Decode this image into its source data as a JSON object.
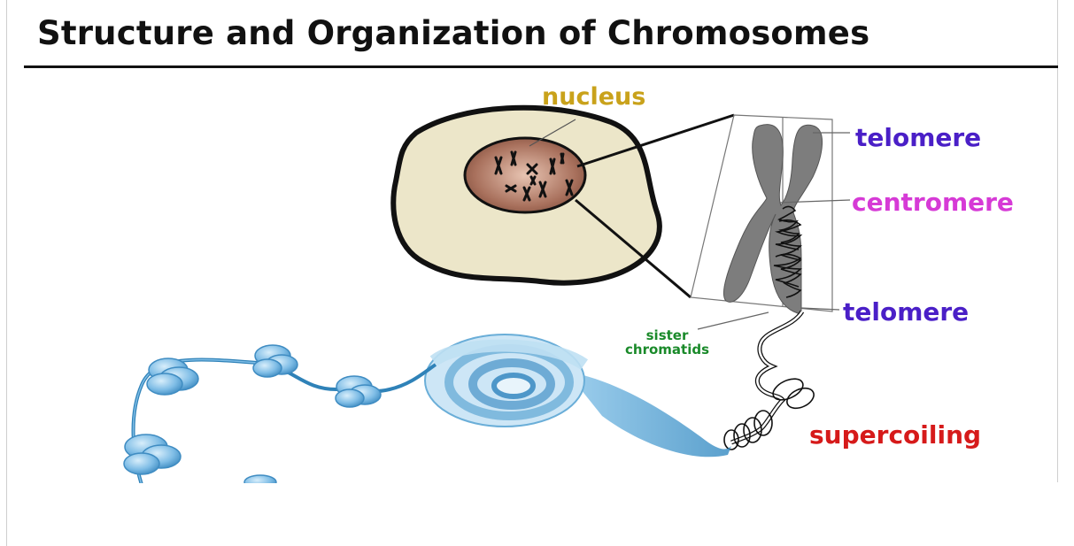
{
  "title": "Structure and Organization of Chromosomes",
  "labels": {
    "nucleus": "nucleus",
    "telomere_top": "telomere",
    "centromere": "centromere",
    "telomere_bottom": "telomere",
    "sister_line1": "sister",
    "sister_line2": "chromatids",
    "supercoiling": "supercoiling"
  },
  "colors": {
    "nucleus": "#c9a21b",
    "telomere": "#4a1fc7",
    "centromere": "#d63ad6",
    "sister_chromatids": "#1a8a2a",
    "supercoiling": "#d61a1a",
    "cell": "#ece6c9",
    "nucleus_fill": "#a8705c",
    "chromosome": "#7d7d7d",
    "dna": "#5fa6d4"
  }
}
